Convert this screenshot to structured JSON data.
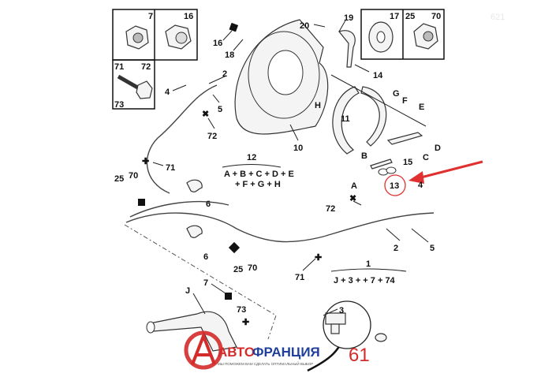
{
  "watermark_code": "621",
  "kit_boxes": {
    "top_left": [
      "7",
      "16",
      "71",
      "72",
      "73"
    ],
    "top_right": [
      "17",
      "25",
      "70"
    ]
  },
  "callouts": {
    "c16": "16",
    "c18": "18",
    "c20": "20",
    "c19": "19",
    "c14": "14",
    "cH": "H",
    "cG": "G",
    "cF": "F",
    "cE": "E",
    "cD": "D",
    "cC": "C",
    "c15": "15",
    "cB": "B",
    "cA": "A",
    "c13": "13",
    "c4b": "4",
    "c11": "11",
    "c10": "10",
    "c2a": "2",
    "c5a": "5",
    "c4a": "4",
    "c72a": "72",
    "c71a": "71",
    "c25a": "25",
    "c70a": "70",
    "c6a": "6",
    "c6b": "6",
    "c72b": "72",
    "c25b": "25",
    "c70b": "70",
    "c71b": "71",
    "c2b": "2",
    "c5b": "5",
    "c7": "7",
    "cJ": "J",
    "c73": "73",
    "c3": "3"
  },
  "kits": {
    "kit12": {
      "number": "12",
      "line1": "A + B + C + D + E",
      "line2": "+ F + G + H"
    },
    "kit1": {
      "number": "1",
      "line1": "J + 3 + + 7 + 74"
    }
  },
  "highlight": {
    "part": "13",
    "color": "#e03030"
  },
  "logo": {
    "brand_red": "АВТО",
    "brand_blue": "ФРАНЦИЯ",
    "brand_num": "61",
    "tagline": "МЫ ПОМОЖЕМ ВАМ СДЕЛАТЬ ОПТИМАЛЬНЫЙ ВЫБОР",
    "red": "#d42b2b",
    "blue": "#1f3f9a"
  }
}
